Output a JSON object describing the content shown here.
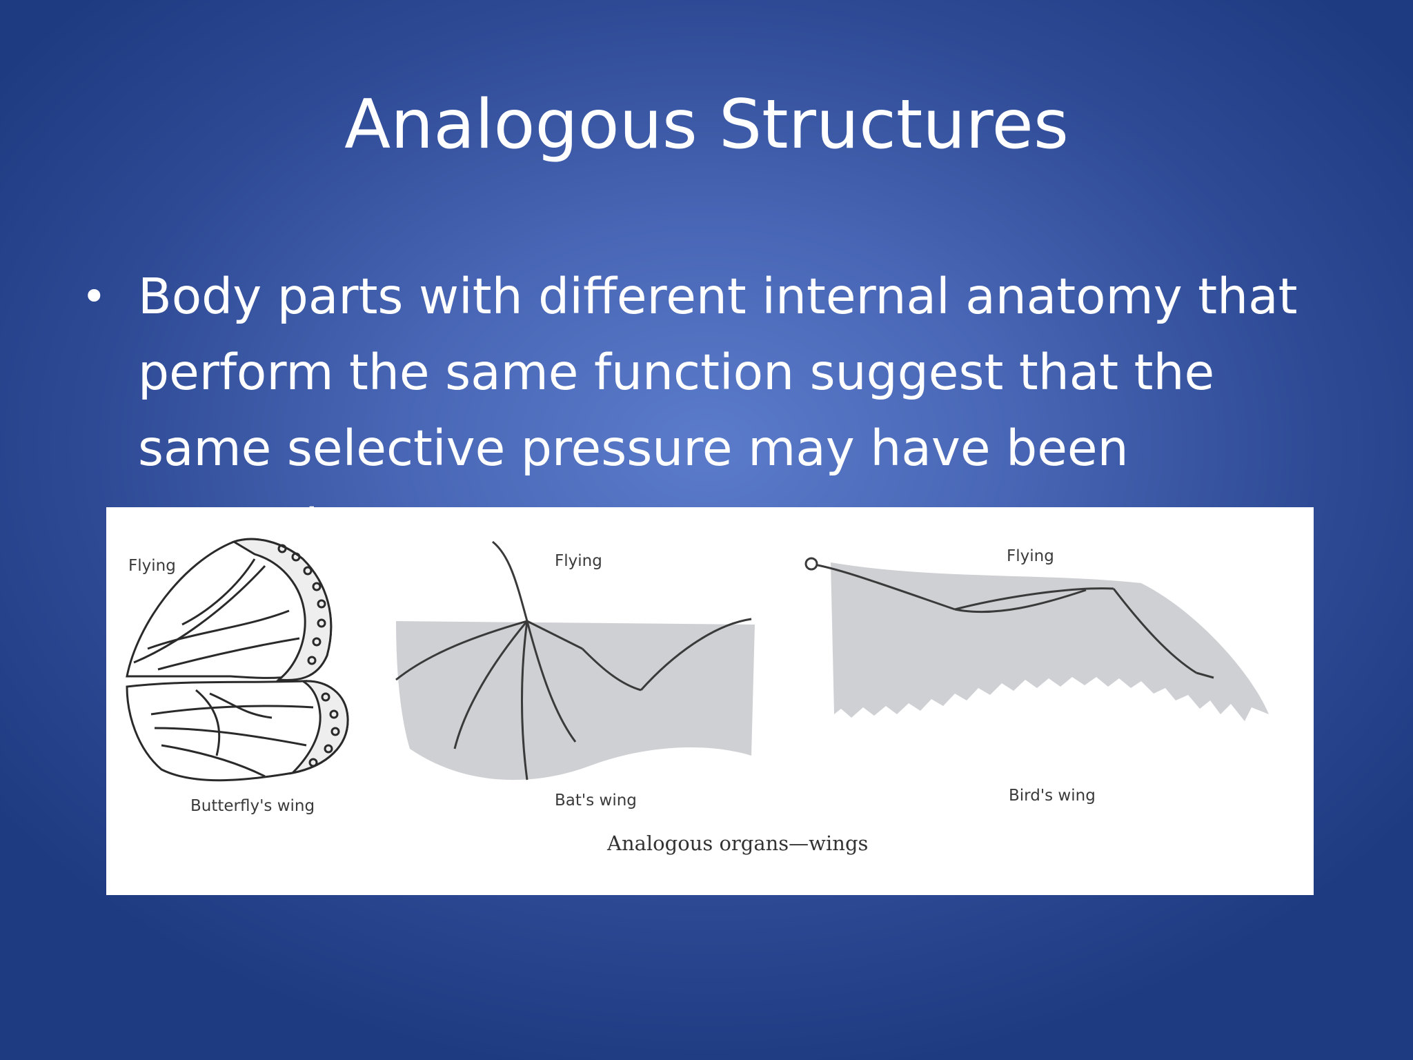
{
  "slide": {
    "title": "Analogous Structures",
    "bullet": {
      "marker": "•",
      "text": "Body parts with different internal anatomy that perform the same function suggest that the same selective pressure may have been present."
    }
  },
  "figure": {
    "panels": [
      {
        "top_label": "Flying",
        "bottom_label": "Butterfly's wing",
        "icon": "butterfly-wing"
      },
      {
        "top_label": "Flying",
        "bottom_label": "Bat's wing",
        "icon": "bat-wing"
      },
      {
        "top_label": "Flying",
        "bottom_label": "Bird's wing",
        "icon": "bird-wing"
      }
    ],
    "caption": "Analogous organs—wings"
  },
  "colors": {
    "background_center": "#5b7ccb",
    "background_edge": "#1e3a80",
    "text": "#ffffff",
    "figure_background": "#ffffff",
    "membrane_gray": "#cfd0d4"
  }
}
